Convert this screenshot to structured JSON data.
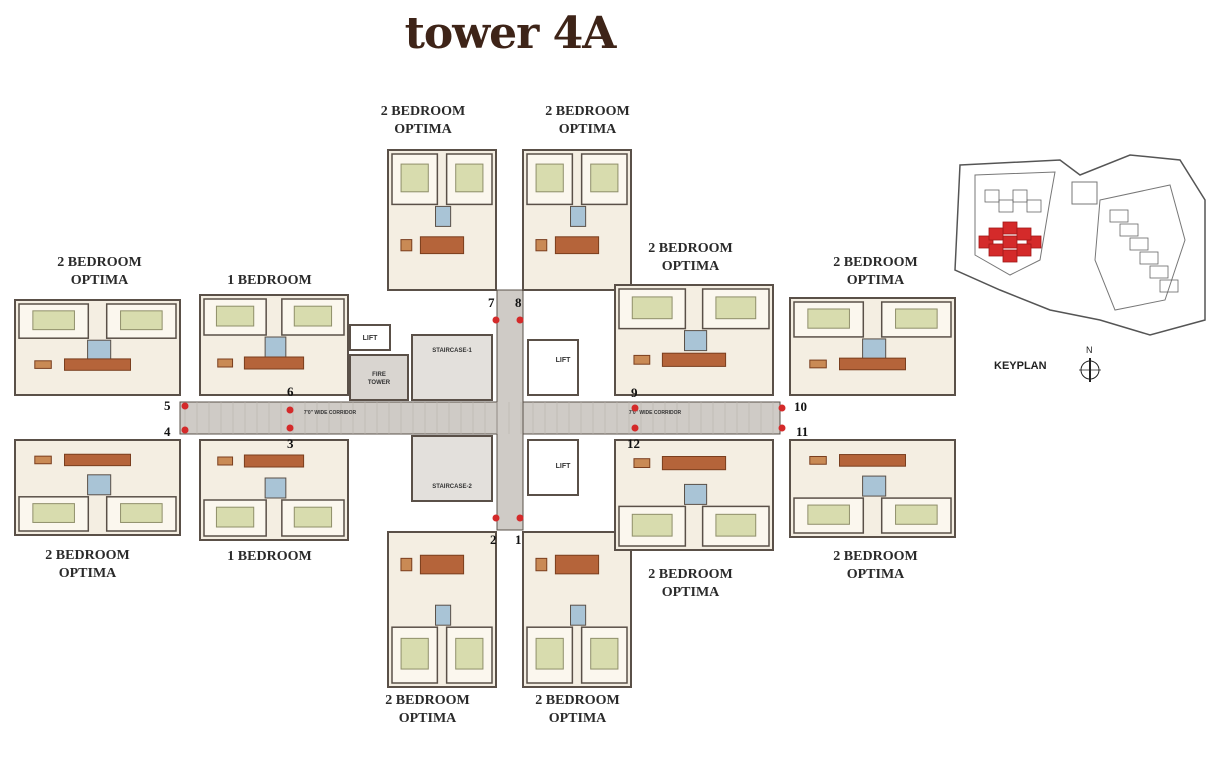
{
  "title": "tower 4A",
  "unit_labels": {
    "top_left": [
      "2 BEDROOM",
      "OPTIMA"
    ],
    "top_right": [
      "2 BEDROOM",
      "OPTIMA"
    ],
    "left_upper": [
      "2 BEDROOM",
      "OPTIMA"
    ],
    "left_lower": [
      "2 BEDROOM",
      "OPTIMA"
    ],
    "one_bed_upper": "1 BEDROOM",
    "one_bed_lower": "1 BEDROOM",
    "right_upper_inner": [
      "2 BEDROOM",
      "OPTIMA"
    ],
    "right_upper_outer": [
      "2 BEDROOM",
      "OPTIMA"
    ],
    "right_lower_inner": [
      "2 BEDROOM",
      "OPTIMA"
    ],
    "right_lower_outer": [
      "2 BEDROOM",
      "OPTIMA"
    ],
    "bottom_left": [
      "2 BEDROOM",
      "OPTIMA"
    ],
    "bottom_right": [
      "2 BEDROOM",
      "OPTIMA"
    ]
  },
  "flat_numbers": [
    "1",
    "2",
    "3",
    "4",
    "5",
    "6",
    "7",
    "8",
    "9",
    "10",
    "11",
    "12"
  ],
  "core_labels": {
    "lift": "LIFT",
    "fire_tower": "FIRE TOWER",
    "staircase_1": "STAIRCASE-1",
    "staircase_2": "STAIRCASE-2",
    "corridor": "7'0\" WIDE CORRIDOR"
  },
  "keyplan": {
    "label": "KEYPLAN",
    "north": "N"
  },
  "colors": {
    "wall": "#5a5048",
    "floor": "#f4eee2",
    "corridor": "#cfcbc6",
    "bedroom_bed": "#d8dcae",
    "bath": "#a9c4d6",
    "furniture": "#b5643a",
    "balcony": "#c9b9a0",
    "highlight": "#d42a2a",
    "title": "#3e2418"
  }
}
